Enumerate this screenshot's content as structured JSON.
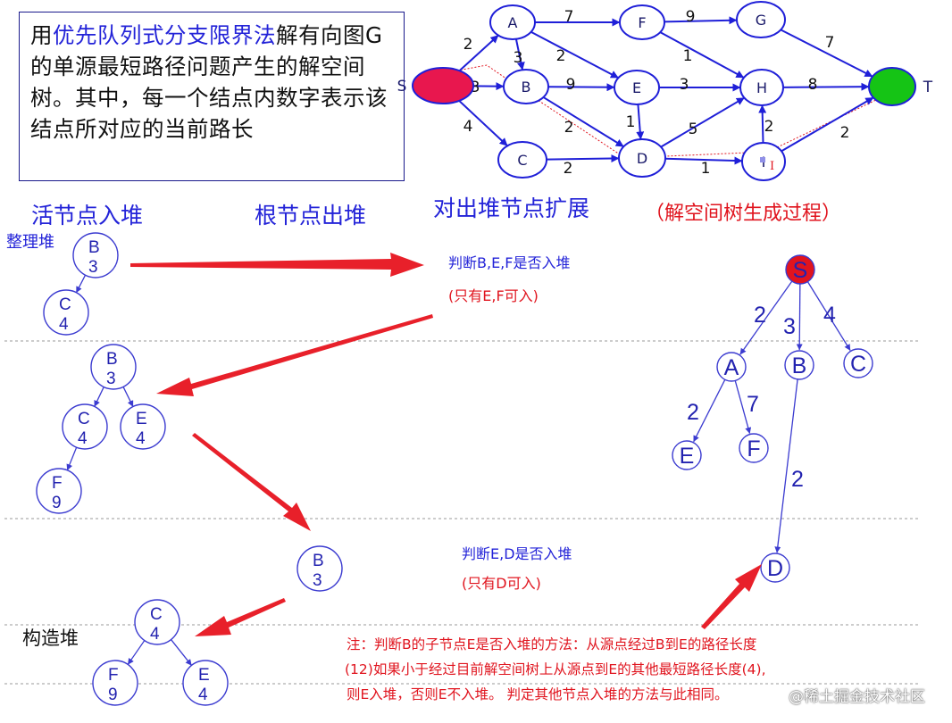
{
  "description": {
    "prefix": "用",
    "highlight": "优先队列式分支限界法",
    "suffix": "解有向图G的单源最短路径问题产生的解空间树。其中，每一个结点内数字表示该结点所对应的当前路长"
  },
  "graph": {
    "nodes": [
      {
        "id": "S",
        "label": "",
        "outside_label": "S",
        "fill": "#e8174e"
      },
      {
        "id": "A",
        "label": "A"
      },
      {
        "id": "B",
        "label": "B"
      },
      {
        "id": "C",
        "label": "C"
      },
      {
        "id": "F",
        "label": "F"
      },
      {
        "id": "E",
        "label": "E"
      },
      {
        "id": "D",
        "label": "D"
      },
      {
        "id": "G",
        "label": "G"
      },
      {
        "id": "H",
        "label": "H"
      },
      {
        "id": "I",
        "label": "I"
      },
      {
        "id": "T",
        "label": "",
        "outside_label": "T",
        "fill": "#15c415"
      }
    ],
    "edges": [
      {
        "from": "S",
        "to": "A",
        "weight": "2"
      },
      {
        "from": "S",
        "to": "B",
        "weight": "3"
      },
      {
        "from": "S",
        "to": "C",
        "weight": "4"
      },
      {
        "from": "A",
        "to": "F",
        "weight": "7"
      },
      {
        "from": "A",
        "to": "B",
        "weight": "3"
      },
      {
        "from": "A",
        "to": "E",
        "weight": "2"
      },
      {
        "from": "F",
        "to": "G",
        "weight": "9"
      },
      {
        "from": "F",
        "to": "H",
        "weight": "1"
      },
      {
        "from": "B",
        "to": "E",
        "weight": "9"
      },
      {
        "from": "B",
        "to": "D",
        "weight": "2"
      },
      {
        "from": "E",
        "to": "H",
        "weight": "3"
      },
      {
        "from": "E",
        "to": "D",
        "weight": "1"
      },
      {
        "from": "C",
        "to": "D",
        "weight": "2"
      },
      {
        "from": "D",
        "to": "H",
        "weight": "5"
      },
      {
        "from": "D",
        "to": "I",
        "weight": "1"
      },
      {
        "from": "I",
        "to": "H",
        "weight": "2"
      },
      {
        "from": "G",
        "to": "T",
        "weight": "7"
      },
      {
        "from": "H",
        "to": "T",
        "weight": "8"
      },
      {
        "from": "I",
        "to": "T",
        "weight": "2"
      }
    ]
  },
  "headings": {
    "active_in": "活节点入堆",
    "heapify": "整理堆",
    "root_out": "根节点出堆",
    "expand": "对出堆节点扩展",
    "tree_gen": "（解空间树生成过程）",
    "build_heap": "构造堆"
  },
  "judgements": {
    "j1_question": "判断B,E,F是否入堆",
    "j1_answer": "(只有E,F可入)",
    "j2_question": "判断E,D是否入堆",
    "j2_answer": "(只有D可入)"
  },
  "heaps": {
    "h1": [
      {
        "name": "B",
        "val": "3"
      },
      {
        "name": "C",
        "val": "4"
      }
    ],
    "h2": [
      {
        "name": "B",
        "val": "3"
      },
      {
        "name": "C",
        "val": "4"
      },
      {
        "name": "E",
        "val": "4"
      },
      {
        "name": "F",
        "val": "9"
      }
    ],
    "h3": [
      {
        "name": "B",
        "val": "3"
      }
    ],
    "h4": [
      {
        "name": "C",
        "val": "4"
      },
      {
        "name": "F",
        "val": "9"
      },
      {
        "name": "E",
        "val": "4"
      }
    ]
  },
  "solution_tree": {
    "nodes": [
      {
        "id": "S",
        "label": "S"
      },
      {
        "id": "A",
        "label": "A"
      },
      {
        "id": "B",
        "label": "B"
      },
      {
        "id": "C",
        "label": "C"
      },
      {
        "id": "E",
        "label": "E"
      },
      {
        "id": "F",
        "label": "F"
      },
      {
        "id": "D",
        "label": "D"
      }
    ],
    "edges": [
      {
        "from": "S",
        "to": "A",
        "weight": "2"
      },
      {
        "from": "S",
        "to": "B",
        "weight": "3"
      },
      {
        "from": "S",
        "to": "C",
        "weight": "4"
      },
      {
        "from": "A",
        "to": "E",
        "weight": "2"
      },
      {
        "from": "A",
        "to": "F",
        "weight": "7"
      },
      {
        "from": "B",
        "to": "D",
        "weight": "2"
      }
    ]
  },
  "note": {
    "line1": "注：判断B的子节点E是否入堆的方法：从源点经过B到E的路径长度",
    "line2": "(12)如果小于经过目前解空间树上从源点到E的其他最短路径长度(4),",
    "line3": "则E入堆，否则E不入堆。 判定其他节点入堆的方法与此相同。"
  },
  "watermark": "@稀土掘金技术社区",
  "colors": {
    "blue": "#2323d8",
    "red": "#e0141e",
    "source": "#e8174e",
    "target": "#15c415",
    "line_blue": "#1f1fd8",
    "arrow_red": "#e8202a"
  }
}
